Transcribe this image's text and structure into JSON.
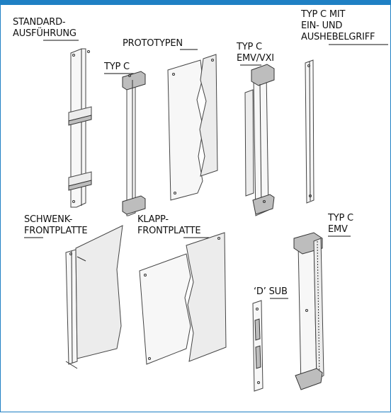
{
  "accent_color": "#1f80c4",
  "labels": {
    "standard": [
      "STANDARD-",
      "AUSFÜHRUNG"
    ],
    "typ_c": "TYP C",
    "prototypen": "PROTOTYPEN",
    "typ_c_emv_vxi": [
      "TYP C",
      "EMV/VXI"
    ],
    "typ_c_mit_griff": [
      "TYP C MIT",
      "EIN- UND",
      "AUSHEBELGRIFF"
    ],
    "schwenk": [
      "SCHWENK-",
      "FRONTPLATTE"
    ],
    "klapp": [
      "KLAPP-",
      "FRONTPLATTE"
    ],
    "typ_c_emv": [
      "TYP C",
      "EMV"
    ],
    "d_sub": "‘D’ SUB"
  }
}
